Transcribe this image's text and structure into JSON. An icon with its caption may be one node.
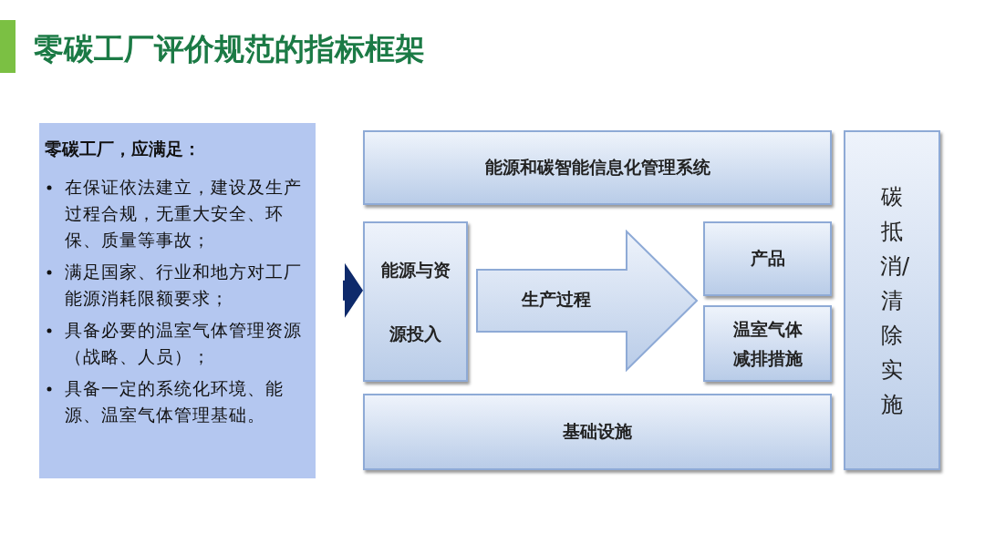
{
  "diagram": {
    "title": "零碳工厂评价规范的指标框架",
    "nodes": [
      {
        "text": [
          "零碳工厂，应满足：",
          "在保证依法建立，建设及生产过程合规，无重大安全、环保、质量等事故；",
          "满足国家、行业和地方对工厂能源消耗限额要求；",
          "具备必要的温室气体管理资源（战略、人员）；",
          "具备一定的系统化环境、能源、温室气体管理基础。"
        ]
      },
      {
        "text": [
          "能源和碳智能信息化管理系统"
        ]
      },
      {
        "text": [
          "能源与资源投入"
        ]
      },
      {
        "text": [
          "生产过程"
        ]
      },
      {
        "text": [
          "产品"
        ]
      },
      {
        "text": [
          "温室气体减排措施"
        ]
      },
      {
        "text": [
          "基础设施"
        ]
      },
      {
        "text": [
          "碳抵消/清除实施"
        ]
      }
    ],
    "edges": [
      {
        "from": 0,
        "to": 2,
        "arrow": "to"
      }
    ]
  }
}
